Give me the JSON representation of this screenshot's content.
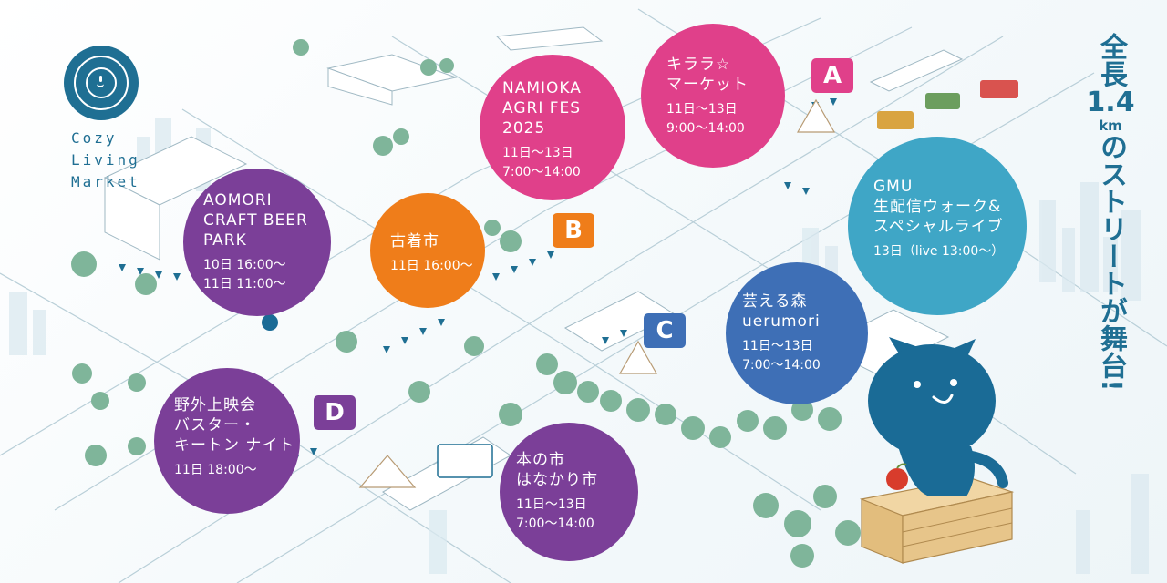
{
  "logo": {
    "name": "cozy-living-market-logo",
    "lines": [
      "Cozy",
      "Living",
      "Market"
    ]
  },
  "tagline": {
    "prefix": "全長",
    "distance": "1.4",
    "unit": "km",
    "rest": "のストリートが舞台!"
  },
  "markers": [
    {
      "letter": "A",
      "color": "#e0408a"
    },
    {
      "letter": "B",
      "color": "#ef7d1a"
    },
    {
      "letter": "C",
      "color": "#3e6fb6"
    },
    {
      "letter": "D",
      "color": "#7b3f98"
    }
  ],
  "events": {
    "namioka": {
      "title": [
        "NAMIOKA",
        "AGRI FES",
        "2025"
      ],
      "dates": "11日〜13日",
      "hours": "7:00〜14:00",
      "color": "#e0408a"
    },
    "kirara": {
      "title": [
        "キララ☆",
        "マーケット"
      ],
      "dates": "11日〜13日",
      "hours": "9:00〜14:00",
      "color": "#e0408a"
    },
    "craftbeer": {
      "title": [
        "AOMORI",
        "CRAFT BEER",
        "PARK"
      ],
      "dates": "10日 16:00〜",
      "hours": "11日 11:00〜",
      "color": "#7b3f98"
    },
    "furugi": {
      "title": [
        "古着市"
      ],
      "dates": "11日 16:00〜",
      "color": "#ef7d1a"
    },
    "gmu": {
      "title": [
        "GMU",
        "生配信ウォーク&",
        "スペシャルライブ"
      ],
      "dates": "13日（live 13:00〜）",
      "color": "#3fa6c6"
    },
    "uerumori": {
      "title": [
        "芸える森",
        "uerumori"
      ],
      "dates": "11日〜13日",
      "hours": "7:00〜14:00",
      "color": "#3e6fb6"
    },
    "movie": {
      "title": [
        "野外上映会",
        "バスター・",
        "キートン ナイト"
      ],
      "dates": "11日 18:00〜",
      "color": "#7b3f98"
    },
    "bookmarket": {
      "title": [
        "本の市",
        "はなかり市"
      ],
      "dates": "11日〜13日",
      "hours": "7:00〜14:00",
      "color": "#7b3f98"
    }
  },
  "mascot": {
    "color": "#1a6b96",
    "crate_color": "#e7c58a",
    "apple_color": "#d83c2c"
  }
}
